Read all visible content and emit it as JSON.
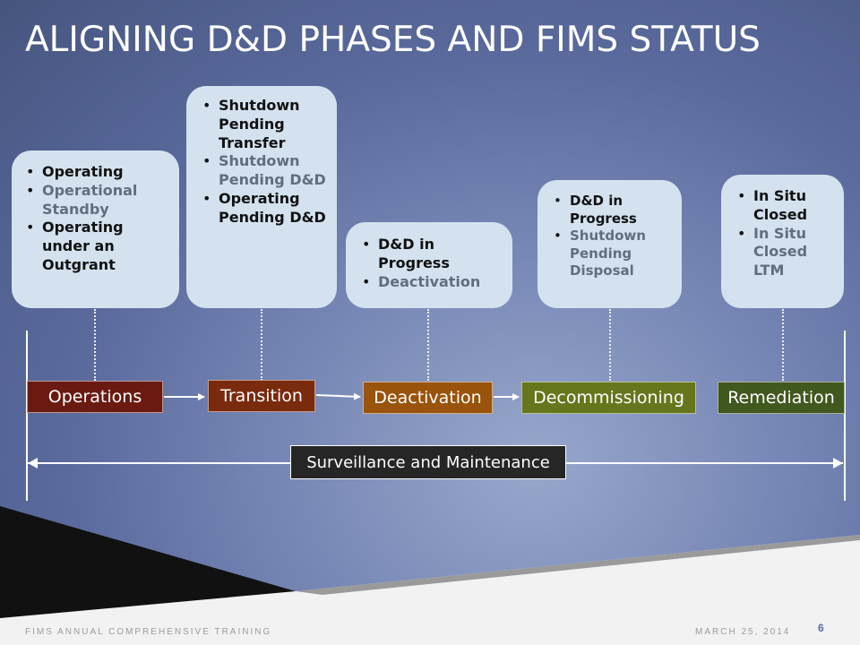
{
  "slide": {
    "title": "ALIGNING D&D PHASES AND FIMS STATUS"
  },
  "status_boxes": [
    {
      "items": [
        {
          "text": "Operating",
          "style": "primary"
        },
        {
          "text": "Operational Standby",
          "style": "secondary"
        },
        {
          "text": "Operating under an Outgrant",
          "style": "primary"
        }
      ]
    },
    {
      "items": [
        {
          "text": "Shutdown Pending Transfer",
          "style": "primary"
        },
        {
          "text": "Shutdown Pending D&D",
          "style": "secondary"
        },
        {
          "text": "Operating Pending D&D",
          "style": "primary"
        }
      ]
    },
    {
      "items": [
        {
          "text": "D&D in Progress",
          "style": "primary"
        },
        {
          "text": "Deactivation",
          "style": "secondary"
        }
      ]
    },
    {
      "items": [
        {
          "text": "D&D in Progress",
          "style": "primary"
        },
        {
          "text": "Shutdown Pending Disposal",
          "style": "secondary"
        }
      ]
    },
    {
      "items": [
        {
          "text": "In Situ Closed",
          "style": "primary"
        },
        {
          "text": "In Situ Closed LTM",
          "style": "secondary"
        }
      ]
    }
  ],
  "phases": [
    {
      "label": "Operations",
      "color": "#6b1a12"
    },
    {
      "label": "Transition",
      "color": "#7a2a0d"
    },
    {
      "label": "Deactivation",
      "color": "#99530b"
    },
    {
      "label": "Decommissioning",
      "color": "#66761d"
    },
    {
      "label": "Remediation",
      "color": "#41581f"
    }
  ],
  "span_label": "Surveillance and Maintenance",
  "footer": {
    "left": "FIMS ANNUAL COMPREHENSIVE TRAINING",
    "date": "MARCH 25, 2014",
    "page": "6"
  },
  "colors": {
    "box_fill": "#d4e2ef",
    "secondary_text": "#5f6f80",
    "connector": "#ececec"
  }
}
